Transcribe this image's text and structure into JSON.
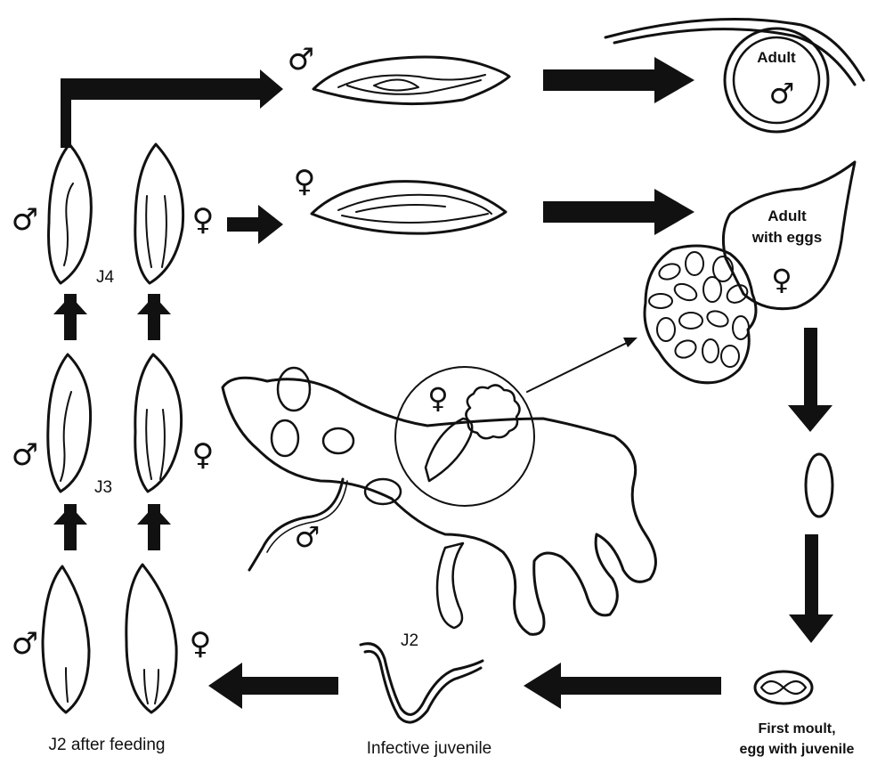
{
  "symbols": {
    "male": "♂",
    "female": "♀"
  },
  "labels": {
    "j4": "J4",
    "j3": "J3",
    "j2": "J2",
    "adult_male_line1": "Adult",
    "adult_female_line1": "Adult",
    "adult_female_line2": "with eggs",
    "first_moult_line1": "First moult,",
    "first_moult_line2": "egg with juvenile",
    "infective_juvenile": "Infective juvenile",
    "j2_after_feeding": "J2 after feeding"
  },
  "colors": {
    "ink": "#111111",
    "background": "#ffffff",
    "root_fill": "#8a8a8a"
  }
}
